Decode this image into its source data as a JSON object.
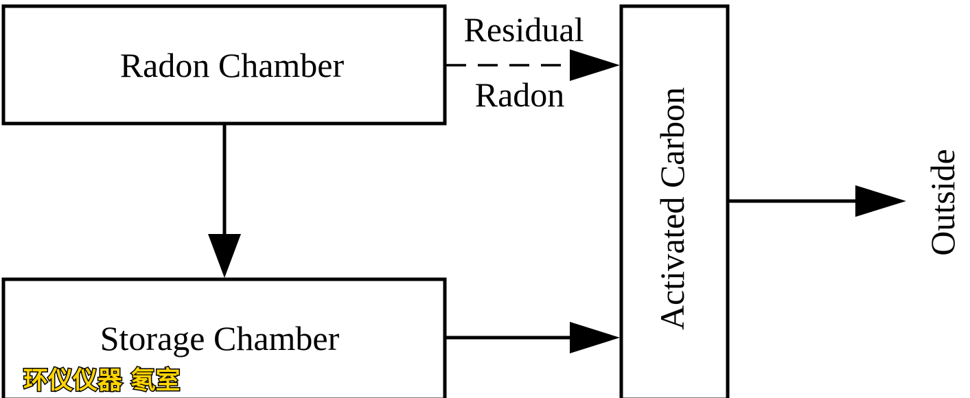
{
  "diagram": {
    "nodes": {
      "radon_chamber": "Radon Chamber",
      "storage_chamber": "Storage Chamber",
      "activated_carbon": "Activated Carbon",
      "outside": "Outside"
    },
    "edges": {
      "residual_label_line1": "Residual",
      "residual_label_line2": "Radon"
    },
    "edge_list": [
      {
        "from": "Radon Chamber",
        "to": "Storage Chamber",
        "style": "solid"
      },
      {
        "from": "Radon Chamber",
        "to": "Activated Carbon",
        "style": "dashed",
        "label": "Residual Radon"
      },
      {
        "from": "Storage Chamber",
        "to": "Activated Carbon",
        "style": "solid"
      },
      {
        "from": "Activated Carbon",
        "to": "Outside",
        "style": "solid"
      }
    ]
  },
  "watermark": "环仪仪器 氡室",
  "colors": {
    "line": "#000000",
    "background": "#ffffff",
    "watermark_fill": "#ffd400"
  }
}
